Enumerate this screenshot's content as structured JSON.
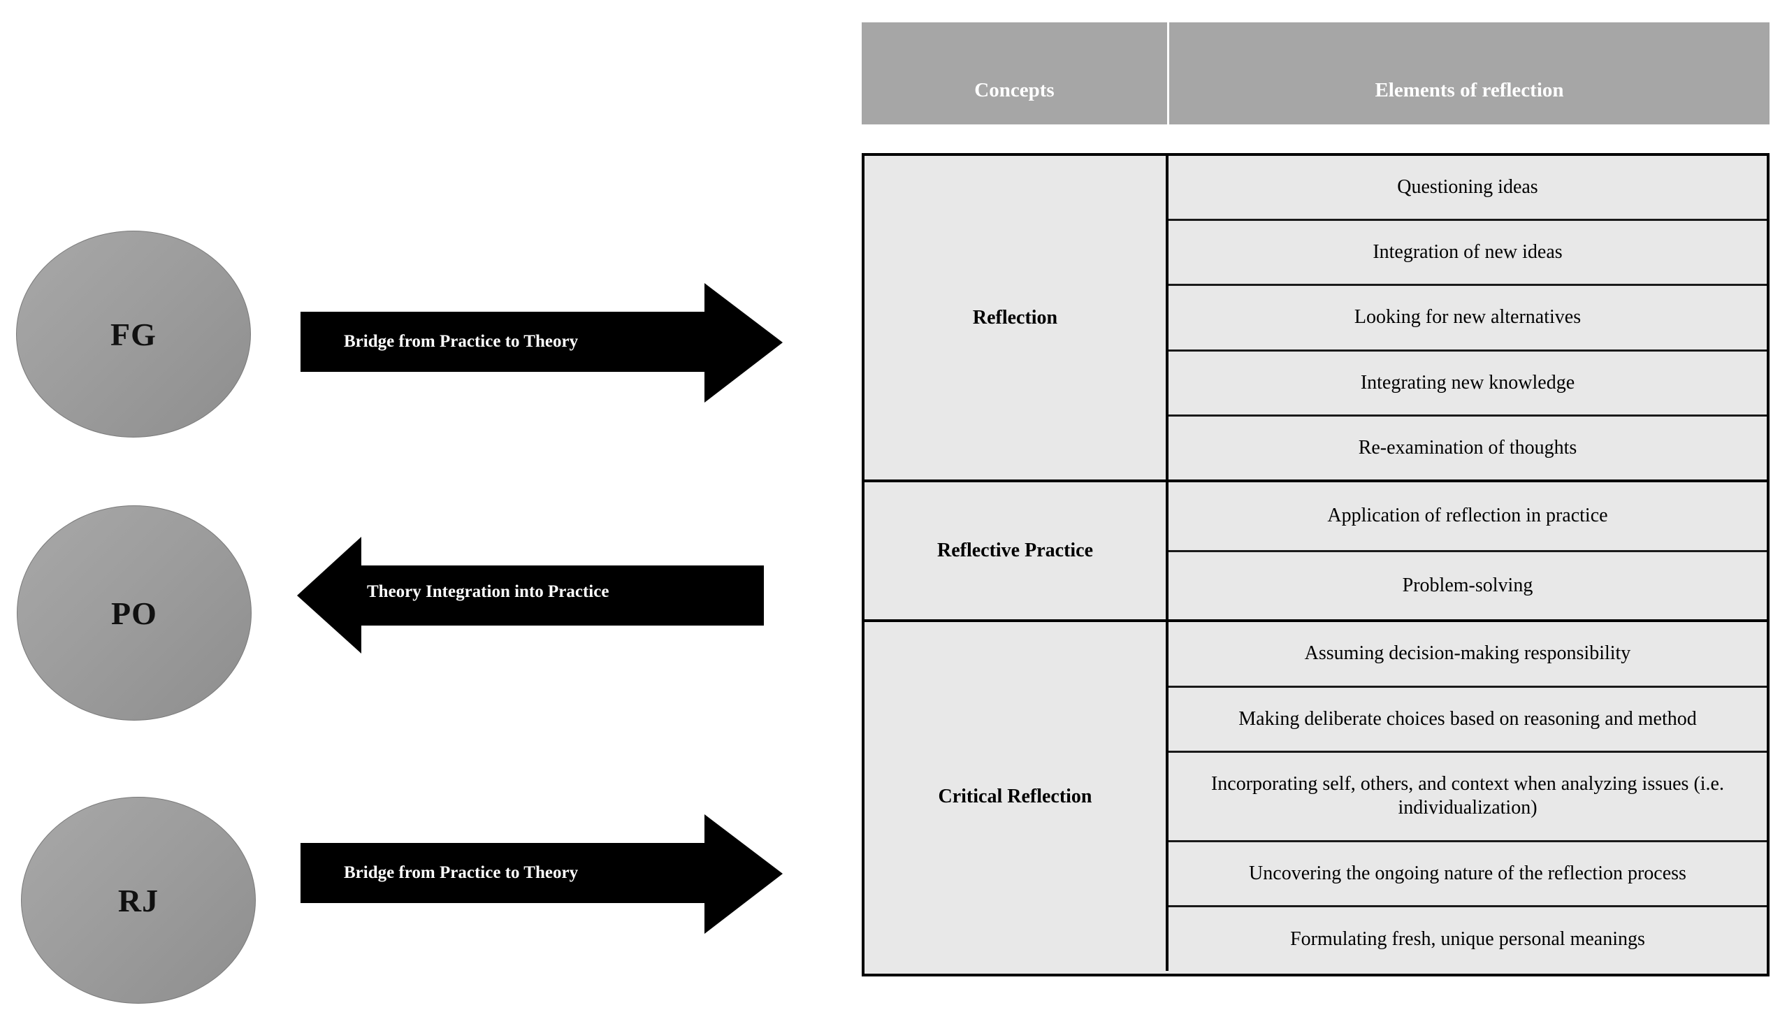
{
  "diagram": {
    "nodes": [
      {
        "id": "fg",
        "label": "FG"
      },
      {
        "id": "po",
        "label": "PO"
      },
      {
        "id": "rj",
        "label": "RJ"
      }
    ],
    "arrows": [
      {
        "id": "arrow-fg",
        "label": "Bridge from Practice to Theory",
        "direction": "right"
      },
      {
        "id": "arrow-po",
        "label": "Theory Integration into Practice",
        "direction": "left"
      },
      {
        "id": "arrow-rj",
        "label": "Bridge from Practice to Theory",
        "direction": "right"
      }
    ]
  },
  "table": {
    "headers": {
      "concepts": "Concepts",
      "elements": "Elements of reflection"
    },
    "sections": [
      {
        "concept": "Reflection",
        "elements": [
          "Questioning ideas",
          "Integration of new ideas",
          "Looking for new alternatives",
          "Integrating new knowledge",
          "Re-examination of thoughts"
        ]
      },
      {
        "concept": "Reflective Practice",
        "elements": [
          "Application of reflection in practice",
          "Problem-solving"
        ]
      },
      {
        "concept": "Critical Reflection",
        "elements": [
          "Assuming decision-making responsibility",
          "Making deliberate choices based on reasoning and method",
          "Incorporating self, others, and context when analyzing issues (i.e. individualization)",
          "Uncovering the ongoing nature of the reflection process",
          "Formulating fresh, unique personal meanings"
        ]
      }
    ]
  },
  "colors": {
    "header_gray": "#a6a6a6",
    "cell_gray": "#e8e8e8",
    "circle_gray": "#9d9d9d",
    "arrow_black": "#000000",
    "border_black": "#000000"
  }
}
